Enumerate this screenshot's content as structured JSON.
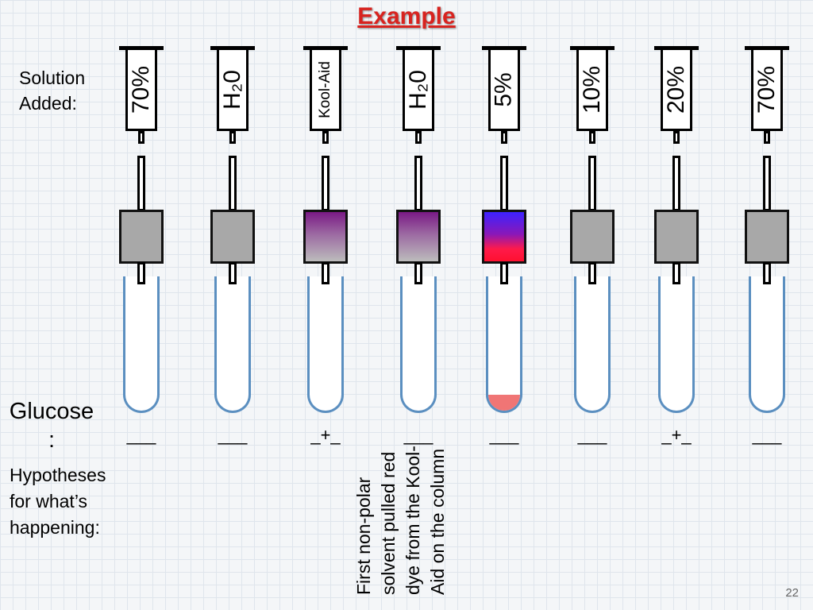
{
  "title": "Example",
  "solution_label": [
    "Solution",
    "Added:"
  ],
  "glucose_label": [
    "Glucose",
    ":"
  ],
  "hypotheses_label": [
    "Hypotheses",
    "for what’s",
    "happening:"
  ],
  "note": "First non-polar solvent pulled red dye from the Kool-Aid on the column",
  "page_number": "22",
  "colors": {
    "title": "#d8231f",
    "column_gray": "#a8a8a8",
    "kool_aid_purple": "#7a1a85",
    "dye_red": "#ff1030",
    "dye_blue": "#3d22ff",
    "tube_outline": "#5b8fc0",
    "tube_fill_red": "#f07575"
  },
  "stations": [
    {
      "solution": "70%",
      "column": "gray",
      "tube_fill": 0,
      "glucose": "___"
    },
    {
      "solution": "H₂0",
      "column": "gray",
      "tube_fill": 0,
      "glucose": "___"
    },
    {
      "solution": "Kool-Aid",
      "column": "purple-top",
      "tube_fill": 0,
      "glucose": "_+_"
    },
    {
      "solution": "H₂0",
      "column": "purple-top",
      "tube_fill": 0,
      "glucose": "___"
    },
    {
      "solution": "5%",
      "column": "blue-red",
      "tube_fill": 0.12,
      "glucose": "___"
    },
    {
      "solution": "10%",
      "column": "gray",
      "tube_fill": 0,
      "glucose": "___"
    },
    {
      "solution": "20%",
      "column": "gray",
      "tube_fill": 0,
      "glucose": "_+_"
    },
    {
      "solution": "70%",
      "column": "gray",
      "tube_fill": 0,
      "glucose": "___"
    }
  ]
}
